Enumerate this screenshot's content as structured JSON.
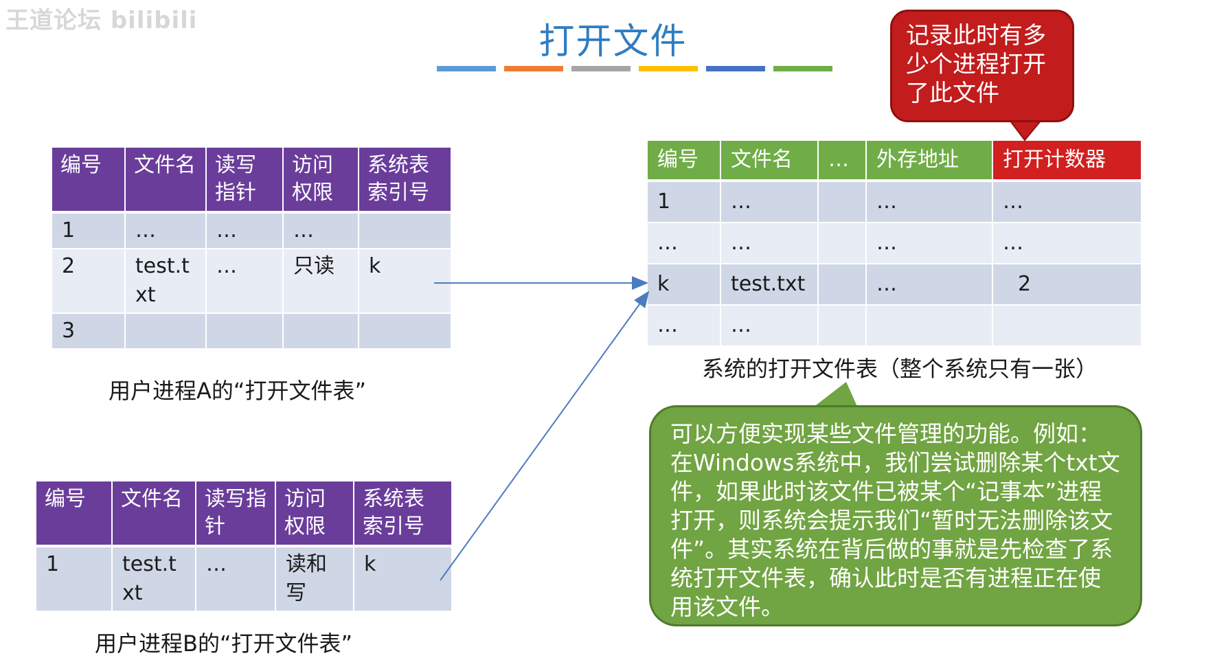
{
  "watermark": "王道论坛 bilibili",
  "title": "打开文件",
  "title_bar_colors": [
    "#5b9bd5",
    "#ed7d31",
    "#a5a5a5",
    "#ffc000",
    "#4472c4",
    "#70ad47"
  ],
  "process_a_table": {
    "headers": [
      "编号",
      "文件名",
      "读写指针",
      "访问权限",
      "系统表索引号"
    ],
    "rows": [
      [
        "1",
        "…",
        "…",
        "…",
        ""
      ],
      [
        "2",
        "test.txt",
        "…",
        "只读",
        "k"
      ],
      [
        "3",
        "",
        "",
        "",
        ""
      ]
    ],
    "caption": "用户进程A的“打开文件表”"
  },
  "process_b_table": {
    "headers": [
      "编号",
      "文件名",
      "读写指针",
      "访问权限",
      "系统表索引号"
    ],
    "rows": [
      [
        "1",
        "test.txt",
        "…",
        "读和写",
        "k"
      ]
    ],
    "caption": "用户进程B的“打开文件表”"
  },
  "system_table": {
    "headers": [
      "编号",
      "文件名",
      "…",
      "外存地址",
      "打开计数器"
    ],
    "rows": [
      [
        "1",
        "…",
        "",
        "…",
        "…"
      ],
      [
        "…",
        "…",
        "",
        "…",
        "…"
      ],
      [
        "k",
        "test.txt",
        "",
        "…",
        "2"
      ],
      [
        "…",
        "…",
        "",
        "",
        ""
      ]
    ],
    "caption": "系统的打开文件表（整个系统只有一张）"
  },
  "callout_counter": "记录此时有多少个进程打开了此文件",
  "callout_note": "可以方便实现某些文件管理的功能。例如：在Windows系统中，我们尝试删除某个txt文件，如果此时该文件已被某个“记事本”进程打开，则系统会提示我们“暂时无法删除该文件”。其实系统在背后做的事就是先检查了系统打开文件表，确认此时是否有进程正在使用该文件。",
  "colors": {
    "title": "#2f7dc2",
    "process_header": "#6a3d9b",
    "system_header": "#70ad47",
    "counter_header": "#d21f1f",
    "callout_red": "#c21c1c",
    "callout_green": "#71a442"
  }
}
